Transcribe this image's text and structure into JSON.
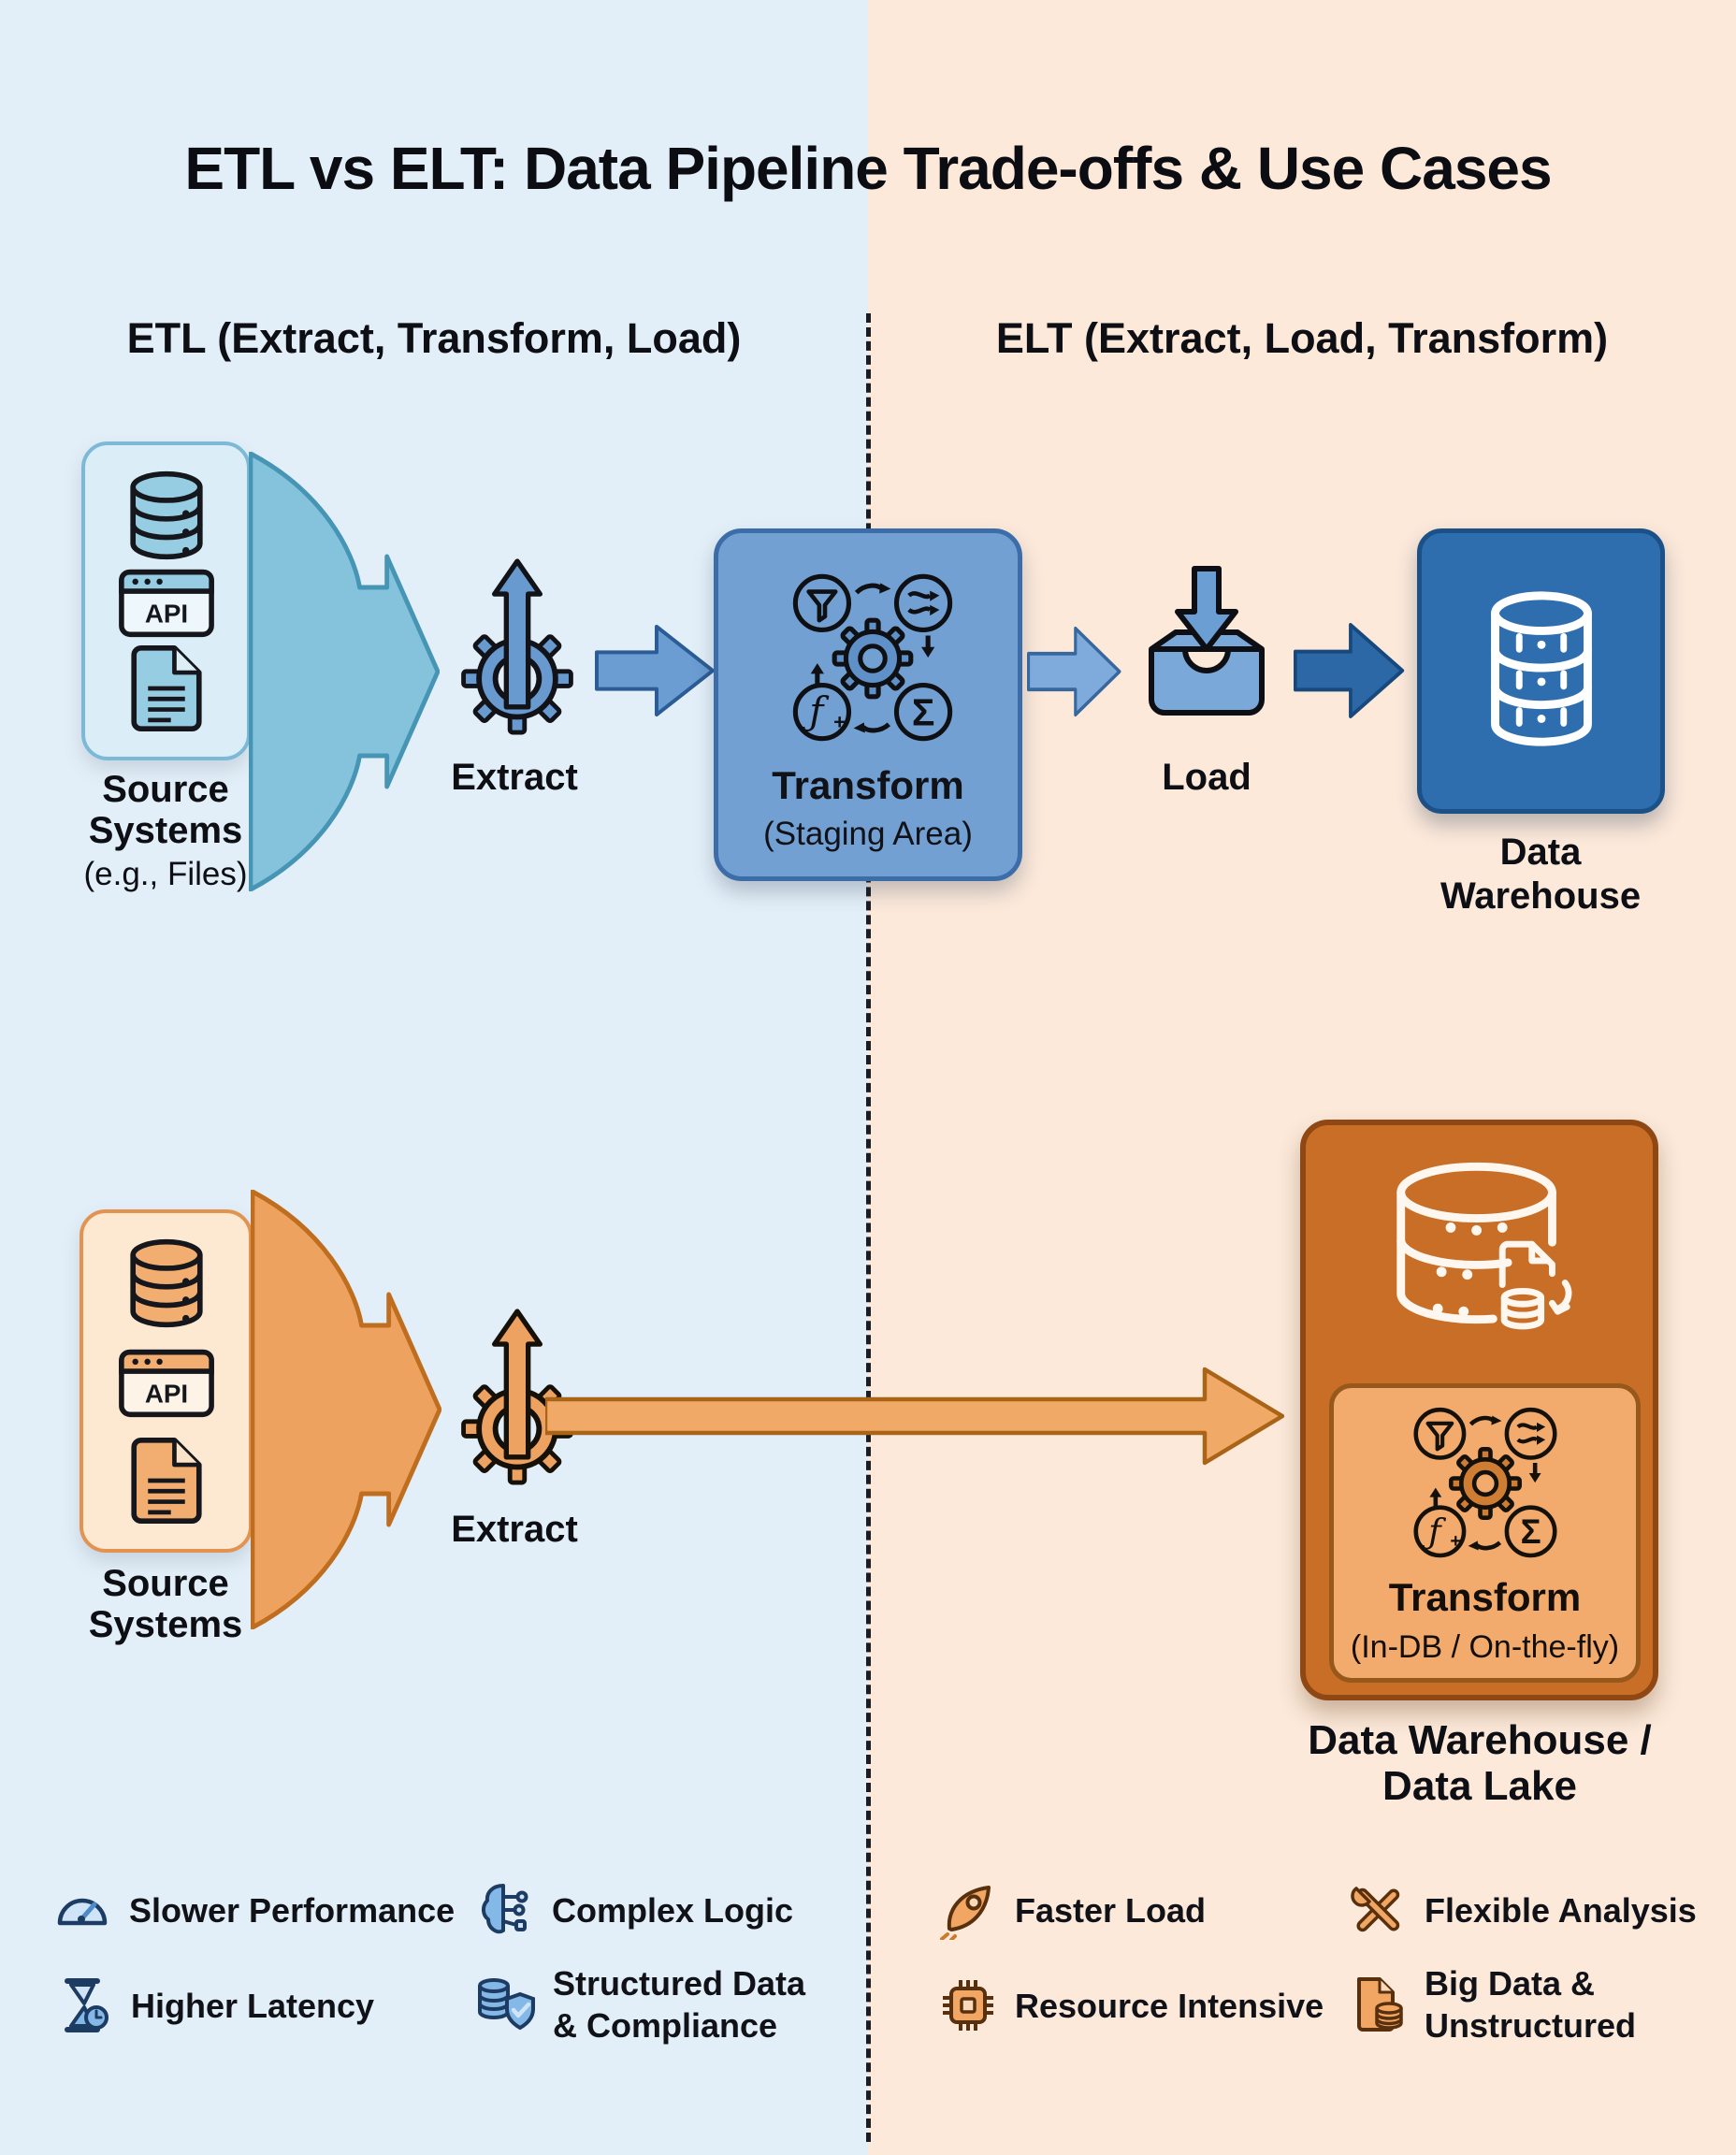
{
  "title": "ETL vs ELT: Data Pipeline Trade-offs & Use Cases",
  "columns": {
    "etl": {
      "header": "ETL (Extract, Transform, Load)"
    },
    "elt": {
      "header": "ELT (Extract, Load, Transform)"
    }
  },
  "etl_flow": {
    "source": {
      "title": "Source",
      "title2": "Systems",
      "subtitle": "(e.g., Files)",
      "api_label": "API"
    },
    "extract_label": "Extract",
    "transform": {
      "title": "Transform",
      "subtitle": "(Staging Area)",
      "fx_glyph": "ƒ",
      "fx_sub": "+",
      "sigma_glyph": "Σ"
    },
    "load_label": "Load",
    "warehouse": {
      "line1": "Data",
      "line2": "Warehouse"
    }
  },
  "elt_flow": {
    "source": {
      "title": "Source",
      "title2": "Systems",
      "api_label": "API"
    },
    "extract_label": "Extract",
    "warehouse": {
      "transform_title": "Transform",
      "transform_subtitle": "(In-DB / On-the-fly)",
      "fx_glyph": "ƒ",
      "fx_sub": "+",
      "sigma_glyph": "Σ",
      "label_line1": "Data Warehouse /",
      "label_line2": "Data Lake"
    }
  },
  "legend": {
    "etl": [
      {
        "icon": "gauge-icon",
        "label": "Slower Performance"
      },
      {
        "icon": "brain-circuit-icon",
        "label": "Complex Logic"
      },
      {
        "icon": "hourglass-clock-icon",
        "label": "Higher Latency"
      },
      {
        "icon": "database-shield-icon",
        "label": "Structured Data",
        "label2": "& Compliance"
      }
    ],
    "elt": [
      {
        "icon": "rocket-icon",
        "label": "Faster Load"
      },
      {
        "icon": "tools-icon",
        "label": "Flexible Analysis"
      },
      {
        "icon": "chip-icon",
        "label": "Resource Intensive"
      },
      {
        "icon": "document-database-icon",
        "label": "Big Data &",
        "label2": "Unstructured"
      }
    ]
  },
  "colors": {
    "etl_panel_bg": "#e3eff8",
    "elt_panel_bg": "#fce9da",
    "etl_primary": "#72a0d2",
    "etl_dark": "#2e6eae",
    "elt_primary": "#c86e27",
    "elt_light": "#f2ab6d",
    "source_blue": "#97cde2",
    "source_orange": "#f2ae70"
  }
}
